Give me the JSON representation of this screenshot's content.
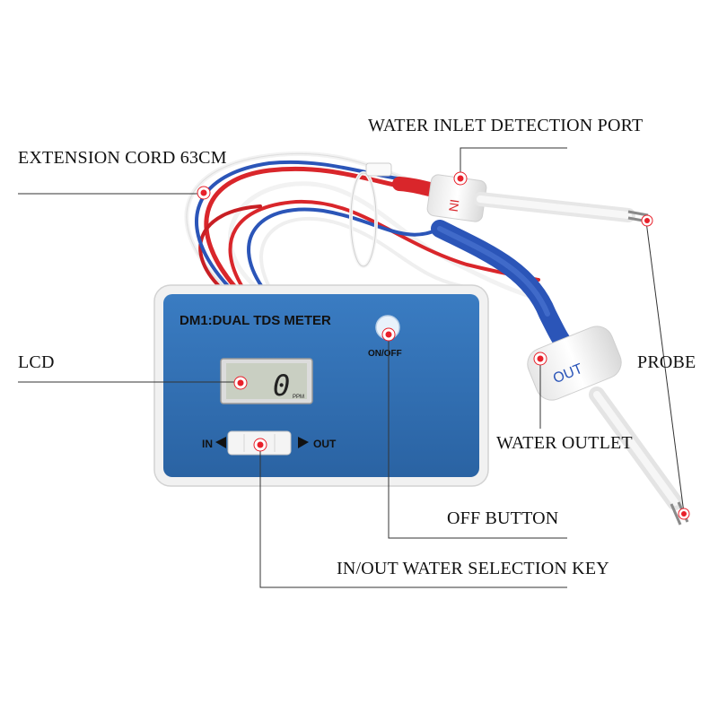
{
  "device": {
    "title": "DM1:DUAL TDS METER",
    "power_label": "ON/OFF",
    "lcd_reading": "0",
    "lcd_unit": "PPM",
    "selector_in": "IN",
    "selector_out": "OUT",
    "probe_in_mark": "IN",
    "probe_out_mark": "OUT"
  },
  "callouts": {
    "extension_cord": "EXTENSION CORD 63CM",
    "water_inlet_port": "WATER INLET DETECTION PORT",
    "lcd": "LCD",
    "probe": "PROBE",
    "water_outlet": "WATER OUTLET",
    "off_button": "OFF BUTTON",
    "selection_key": "IN/OUT WATER SELECTION KEY"
  },
  "colors": {
    "device_body": "#2f6fb3",
    "device_frame": "#f1f1f1",
    "lcd_screen": "#c9cfc2",
    "marker": "#e8202a",
    "wire_red": "#d9262b",
    "wire_blue": "#2b55b8",
    "wire_white": "#f2f2f2",
    "leader_line": "#333333"
  }
}
